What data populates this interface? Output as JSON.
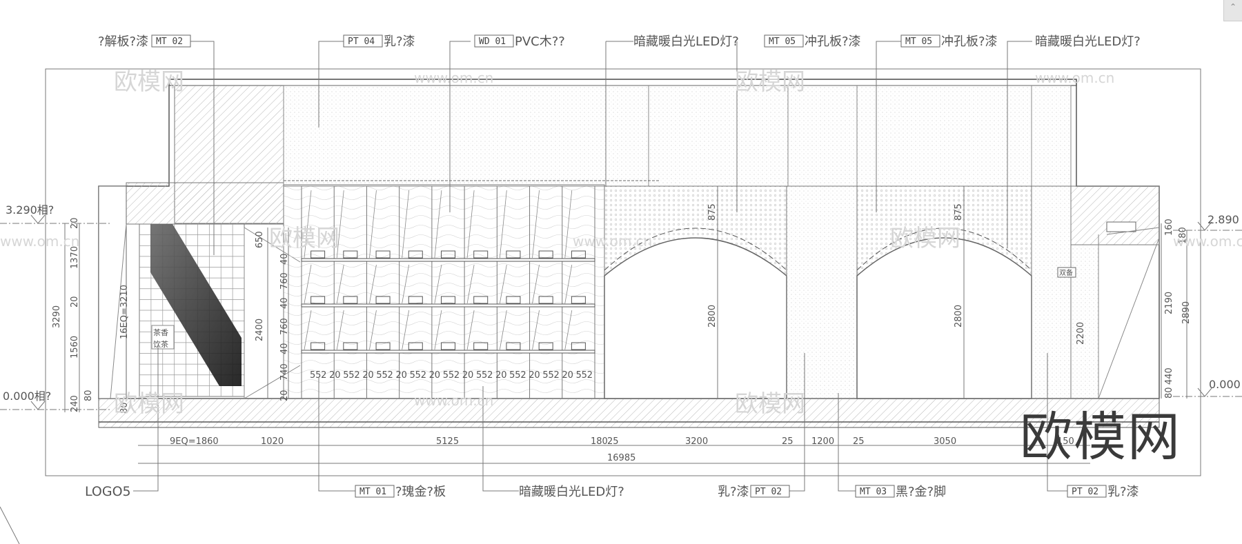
{
  "callouts_top": [
    {
      "text_pre": "?解板?漆",
      "tag": "MT 02",
      "text_post": ""
    },
    {
      "text_pre": "",
      "tag": "PT 04",
      "text_post": "乳?漆"
    },
    {
      "text_pre": "",
      "tag": "WD 01",
      "text_post": "PVC木??"
    },
    {
      "text_pre": "暗藏暖白光LED灯?",
      "tag": "MT 05",
      "text_post": "冲孔板?漆"
    },
    {
      "text_pre": "",
      "tag": "MT 05",
      "text_post": "冲孔板?漆"
    },
    {
      "text_pre": "暗藏暖白光LED灯?",
      "tag": "",
      "text_post": ""
    }
  ],
  "callouts_bottom": [
    {
      "text_pre": "LOGO5",
      "tag": "",
      "text_post": ""
    },
    {
      "text_pre": "",
      "tag": "MT 01",
      "text_post": "?瑰金?板"
    },
    {
      "text_pre": "暗藏暖白光LED灯?",
      "tag": "",
      "text_post": ""
    },
    {
      "text_pre": "乳?漆",
      "tag": "PT 02",
      "text_post": ""
    },
    {
      "text_pre": "",
      "tag": "MT 03",
      "text_post": "黑?金?脚"
    },
    {
      "text_pre": "",
      "tag": "PT 02",
      "text_post": "乳?漆"
    }
  ],
  "levels": {
    "left_top": "3.290相?",
    "left_bottom": "0.000相?",
    "right_top": "2.890",
    "right_bottom": "0.000"
  },
  "left_dims": [
    "20",
    "1370",
    "20",
    "1560",
    "80",
    "240",
    "3290"
  ],
  "inner_dims": [
    "16EQ=3210",
    "650",
    "2400",
    "40",
    "760",
    "40",
    "760",
    "40",
    "740",
    "20",
    "80"
  ],
  "shelf_widths": [
    "552",
    "20",
    "552",
    "20",
    "552",
    "20",
    "552",
    "20",
    "552",
    "20",
    "552",
    "20",
    "552",
    "20",
    "552",
    "20",
    "552"
  ],
  "arch_dims": [
    "875",
    "2800",
    "875",
    "2800"
  ],
  "right_dims": [
    "160",
    "180",
    "2190",
    "2890",
    "2200",
    "440",
    "80"
  ],
  "small_labels": [
    "双备",
    "茶香",
    "饮茶"
  ],
  "bottom_dims": [
    "9EQ=1860",
    "1020",
    "5125",
    "180",
    "25",
    "3200",
    "25",
    "1200",
    "25",
    "3050",
    "150"
  ],
  "total_dim": "16985",
  "watermark_small": "欧模网",
  "watermark_url": "www.om.cn",
  "watermark_big": "欧模网"
}
